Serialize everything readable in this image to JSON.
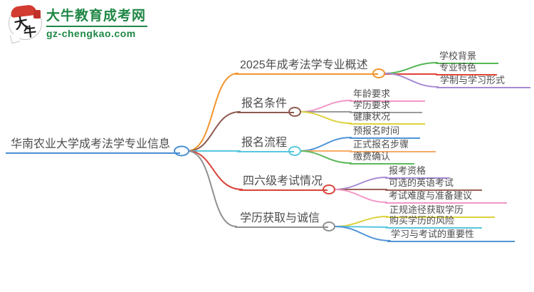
{
  "logo": {
    "icon_char_1": "大",
    "icon_char_2": "牛",
    "site_name": "大牛教育成考网",
    "site_url": "gz-chengkao.com",
    "brand_green": "#1f8745",
    "accent_red": "#d23b2f"
  },
  "mindmap": {
    "root": {
      "label": "华南农业大学成考法学专业信息",
      "color": "#4a8fd3"
    },
    "branches": [
      {
        "label": "2025年成考法学专业概述",
        "color": "#f2952e",
        "children": [
          {
            "label": "学校背景",
            "color": "#55b855"
          },
          {
            "label": "专业特色",
            "color": "#e04438"
          },
          {
            "label": "学制与学习形式",
            "color": "#a88bd4"
          }
        ]
      },
      {
        "label": "报名条件",
        "color": "#8d5a50",
        "children": [
          {
            "label": "年龄要求",
            "color": "#f297c6"
          },
          {
            "label": "学历要求",
            "color": "#9a9a9a"
          },
          {
            "label": "健康状况",
            "color": "#ded23d"
          }
        ]
      },
      {
        "label": "报名流程",
        "color": "#57c7de",
        "children": [
          {
            "label": "预报名时间",
            "color": "#4f93d6"
          },
          {
            "label": "正式报名步骤",
            "color": "#f8ab66"
          },
          {
            "label": "缴费确认",
            "color": "#5cb85c"
          }
        ]
      },
      {
        "label": "四六级考试情况",
        "color": "#d8433a",
        "children": [
          {
            "label": "报考资格",
            "color": "#a88bd4"
          },
          {
            "label": "可选的英语考试",
            "color": "#9b6157"
          },
          {
            "label": "考试难度与准备建议",
            "color": "#f297c6"
          }
        ]
      },
      {
        "label": "学历获取与诚信",
        "color": "#909090",
        "children": [
          {
            "label": "正规途径获取学历",
            "color": "#ded23d"
          },
          {
            "label": "购买学历的风险",
            "color": "#57c7de"
          },
          {
            "label": "学习与考试的重要性",
            "color": "#4f93d6"
          }
        ]
      }
    ]
  }
}
